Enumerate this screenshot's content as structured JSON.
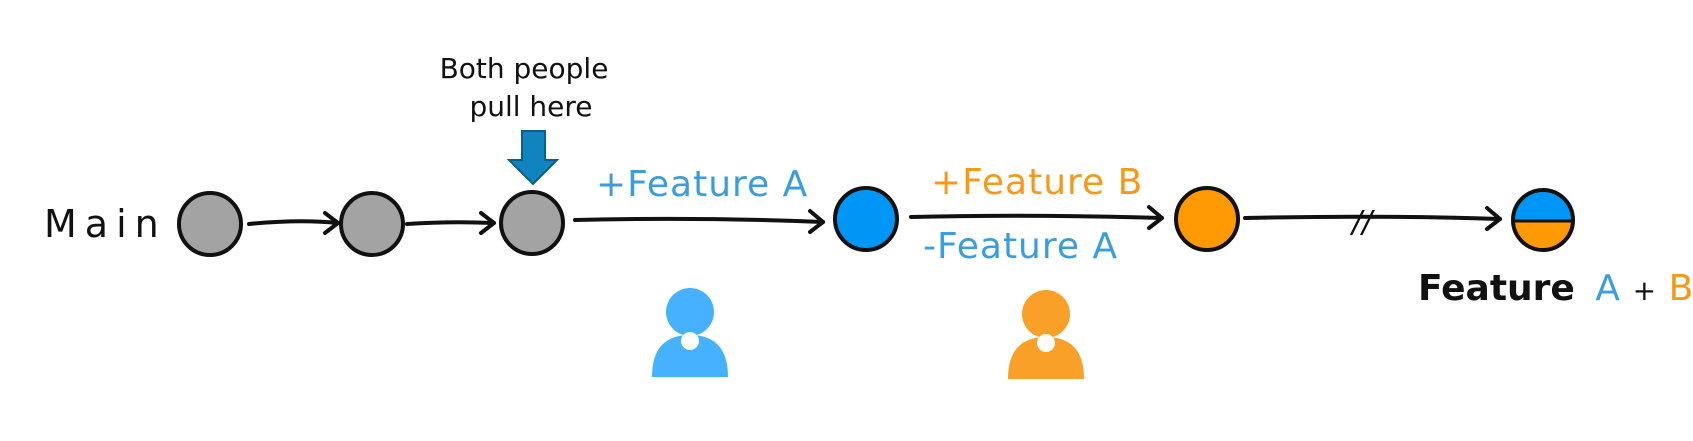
{
  "branch_label": "Main",
  "annotation": {
    "line1": "Both people",
    "line2": "pull here"
  },
  "edge_labels": {
    "feature_a_add": "+Feature A",
    "feature_b_add": "+Feature B",
    "feature_a_remove": "-Feature A",
    "gap_mark": "//"
  },
  "result_label": {
    "word": "Feature",
    "a": "A",
    "plus": "+",
    "b": "B"
  },
  "colors": {
    "gray_commit": "#a3a3a3",
    "blue_commit": "#0096f5",
    "orange_commit": "#ff9a05",
    "blue_text": "#3a9de0",
    "orange_text": "#f59a18",
    "person_blue": "#45b1ff",
    "person_orange": "#f9a028",
    "arrow_down": "#0f84bf",
    "stroke": "#111111"
  },
  "icons": [
    "down-arrow-icon",
    "person-icon"
  ]
}
